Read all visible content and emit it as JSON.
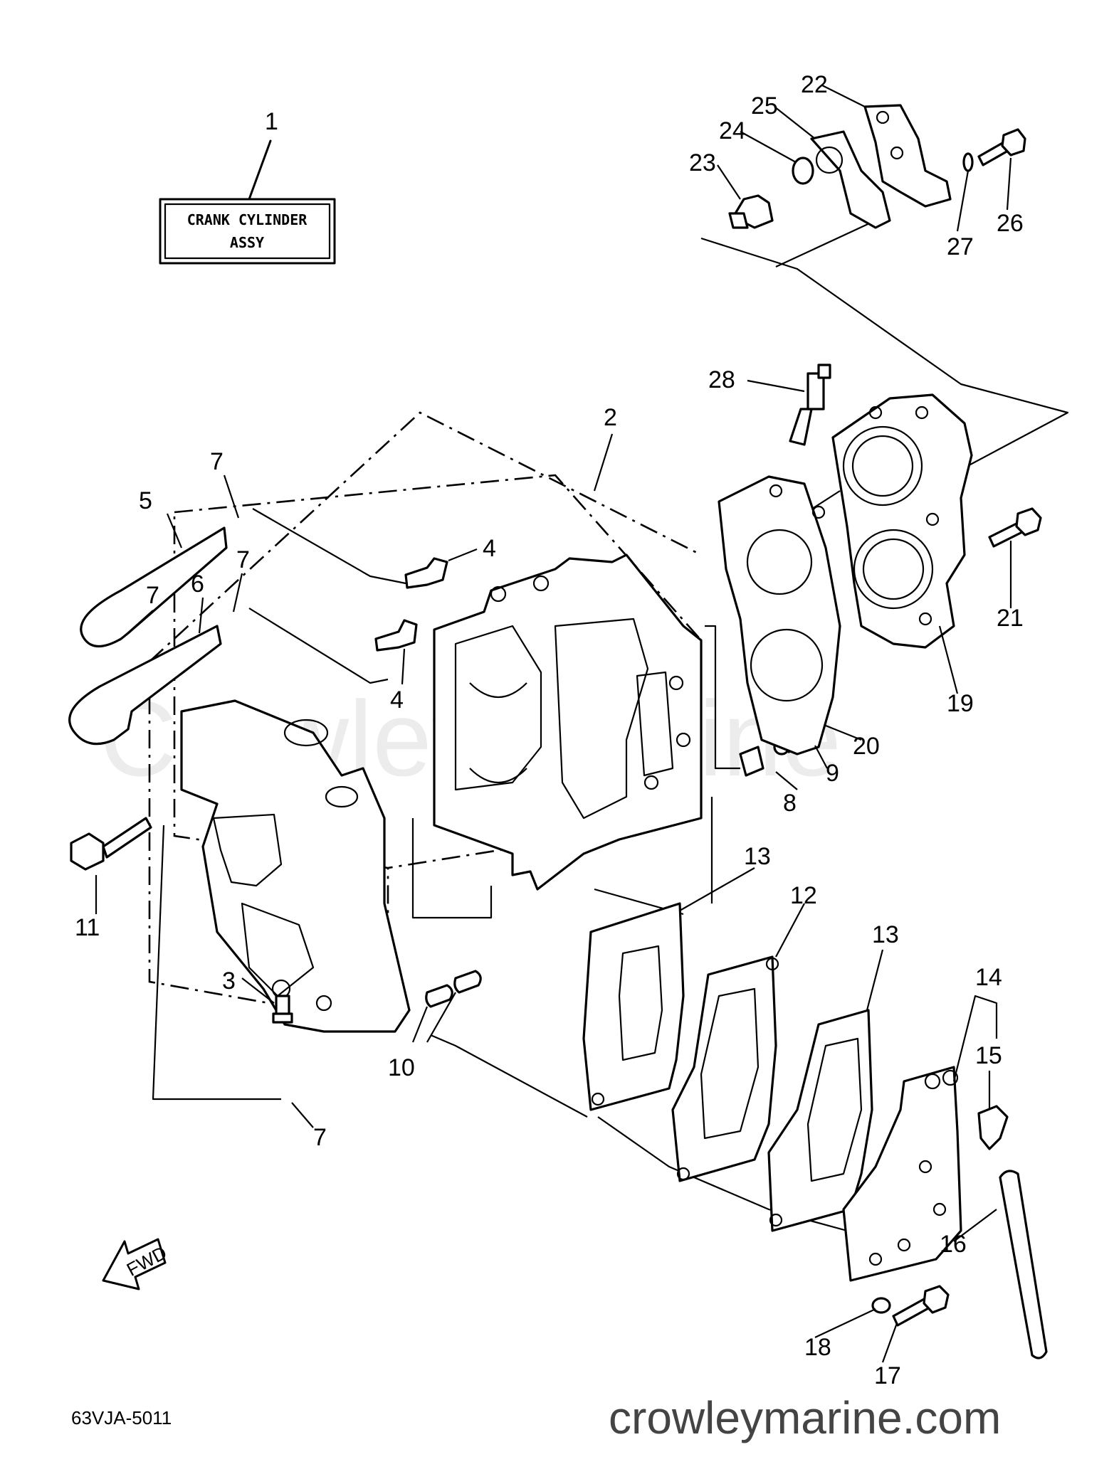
{
  "title_box": {
    "line1": "CRANK CYLINDER",
    "line2": "ASSY"
  },
  "labels": [
    "1",
    "2",
    "3",
    "4",
    "4",
    "5",
    "6",
    "7",
    "7",
    "7",
    "7",
    "8",
    "9",
    "10",
    "11",
    "12",
    "13",
    "13",
    "14",
    "15",
    "16",
    "17",
    "18",
    "19",
    "20",
    "21",
    "22",
    "23",
    "24",
    "25",
    "26",
    "27",
    "28"
  ],
  "fwd_label": "FWD",
  "diagram_code": "63VJA-5011",
  "watermark": "Crowley Marine",
  "site": "crowleymarine.com"
}
